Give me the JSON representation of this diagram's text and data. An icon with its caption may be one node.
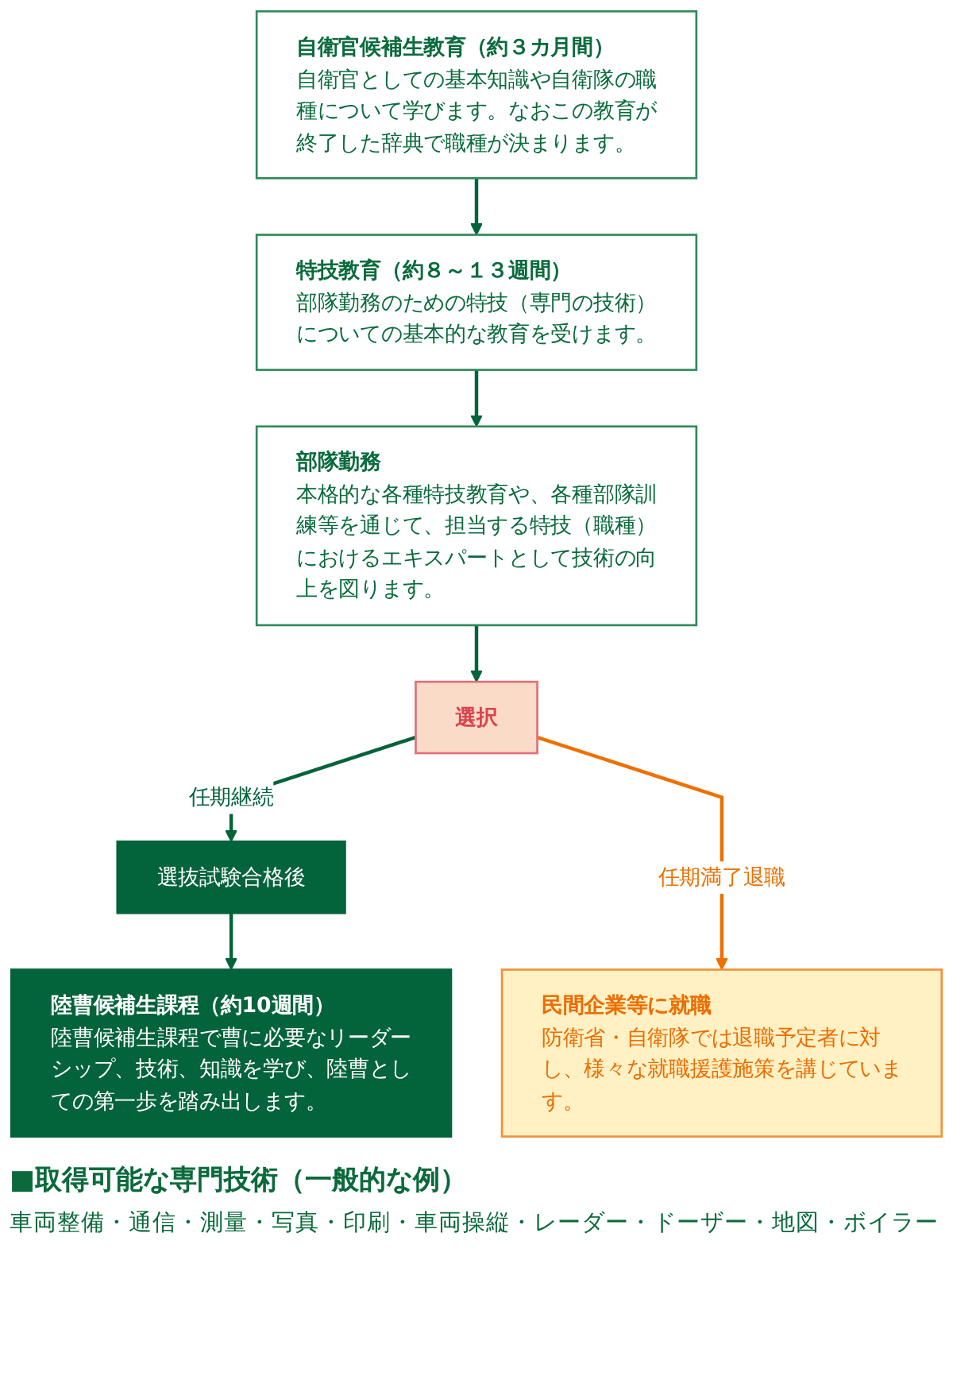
{
  "diagram": {
    "nodes": [
      {
        "text": [
          "自衛官候補生教育（約３カ月間）",
          "自衛官としての基本知識や自衛隊の職種について学びます。なおこの教育が終了した辞典で職種が決まります。"
        ]
      },
      {
        "text": [
          "特技教育（約８～１３週間）",
          "部隊勤務のための特技（専門の技術）についての基本的な教育を受けます。"
        ]
      },
      {
        "text": [
          "部隊勤務",
          "本格的な各種特技教育や、各種部隊訓練等を通じて、担当する特技（職種）におけるエキスパートとして技術の向上を図ります。"
        ]
      },
      {
        "text": [
          "選択"
        ]
      },
      {
        "text": [
          "選抜試験合格後"
        ]
      },
      {
        "text": [
          "陸曹候補生課程（約10週間）",
          "陸曹候補生課程で曹に必要なリーダーシップ、技術、知識を学び、陸曹としての第一歩を踏み出します。"
        ]
      },
      {
        "text": [
          "民間企業等に就職",
          "防衛省・自衛隊では退職予定者に対し、様々な就職援護施策を講じています。"
        ]
      }
    ],
    "edges": [
      {
        "from": 0,
        "to": 1,
        "arrow": "to"
      },
      {
        "from": 1,
        "to": 2,
        "arrow": "to"
      },
      {
        "from": 2,
        "to": 3,
        "arrow": "to"
      },
      {
        "from": 3,
        "to": 4,
        "arrow": "to",
        "label": "任期継続"
      },
      {
        "from": 3,
        "to": 6,
        "arrow": "to",
        "label": "任期満了退職",
        "color": "#ee7000"
      },
      {
        "from": 4,
        "to": 5,
        "arrow": "to"
      }
    ],
    "labels": [
      "■取得可能な専門技術（一般的な例）",
      "車両整備・通信・測量・写真・印刷・車両操縦・レーダー・ドーザー・地図・ボイラー"
    ]
  }
}
